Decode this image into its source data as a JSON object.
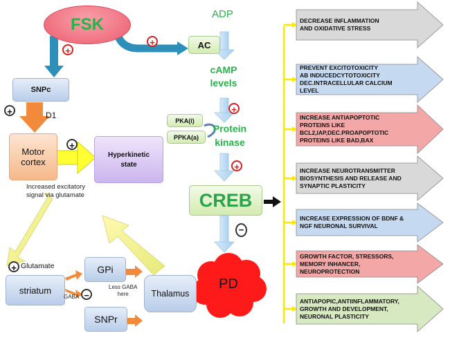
{
  "nodes": {
    "fsk": "FSK",
    "adp": "ADP",
    "ac": "AC",
    "camp_levels": [
      "cAMP",
      "levels"
    ],
    "snpc": "SNPc",
    "d1": "D1",
    "pka": "PKA(i)",
    "ppka": "PPKA(a)",
    "protein_kinase": [
      "Protein",
      "kinase"
    ],
    "motor_cortex": [
      "Motor",
      "cortex"
    ],
    "hyperkinetic": [
      "Hyperkinetic",
      "state"
    ],
    "excitatory_note": [
      "Increased excitatory",
      "signal via glutamate"
    ],
    "creb": "CREB",
    "glutamate": "Glutamate",
    "gpi": "GPi",
    "striatum": "striatum",
    "less_gaba": [
      "Less GABA",
      "here"
    ],
    "thalamus": "Thalamus",
    "gaba": "GABA",
    "snpr": "SNPr",
    "pd": "PD"
  },
  "signs": {
    "plus": "+",
    "minus": "−"
  },
  "effects": [
    [
      "DECREASE INFLAMMATION",
      "AND OXIDATIVE STRESS"
    ],
    [
      "PREVENT EXCITOTOXICITY",
      "AB INDUCEDCYTOTOXICITY",
      "DEC.INTRACELLULAR CALCIUM",
      "LEVEL"
    ],
    [
      "INCREASE ANTIAPOPTOTIC",
      "PROTEINS LIKE",
      "BCL2,IAP,DEC.PROAPOPTOTIC",
      "PROTEINS LIKE BAD,BAX"
    ],
    [
      "INCREASE NEUROTRANSMITTER",
      "BIOSYNTHESIS AND RELEASE AND",
      "SYNAPTIC PLASTICITY"
    ],
    [
      "INCREASE EXPRESSION OF BDNF &",
      "NGF NEURONAL SURVIVAL"
    ],
    [
      "GROWTH FACTOR, STRESSORS,",
      "MEMORY INHANCER,",
      "NEUROPROTECTION"
    ],
    [
      "ANTIAPOPIC,ANTIINFLAMMATORY,",
      "GROWTH AND DEVELOPMENT,",
      "NEURONAL PLASTICITY"
    ]
  ],
  "colors": {
    "fsk_fill": "#f06b7a",
    "green_text": "#27b24a",
    "creb_text": "#2aa34a",
    "pd_fill": "#ff1a1a",
    "yellow_line": "#ffe800",
    "effect_fills": [
      "#d9d9d9",
      "#c5d9f1",
      "#f4a7a7",
      "#d9d9d9",
      "#c5d9f1",
      "#f4a7a7",
      "#d7e9c0"
    ]
  }
}
